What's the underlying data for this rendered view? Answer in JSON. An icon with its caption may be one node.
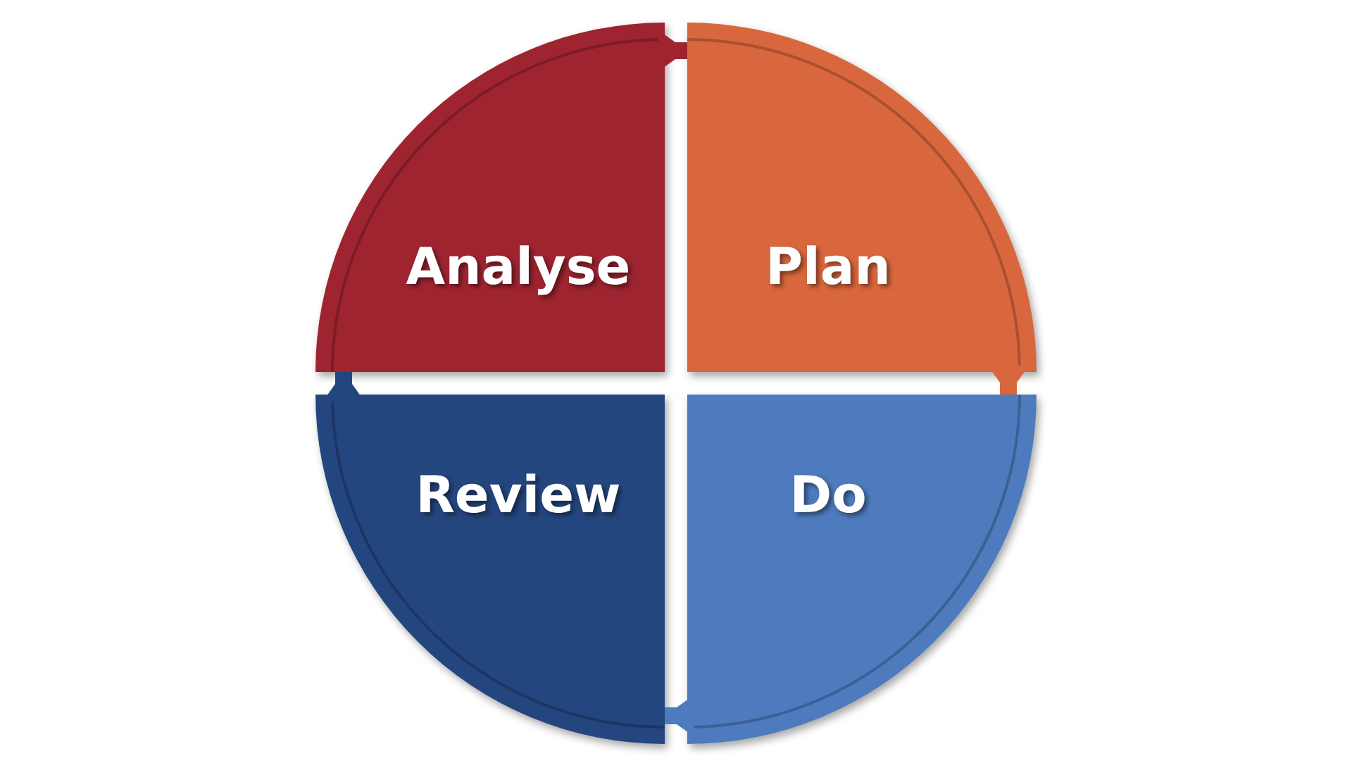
{
  "diagram": {
    "nodes": [
      {
        "text": [
          "Analyse"
        ]
      },
      {
        "text": [
          "Plan"
        ]
      },
      {
        "text": [
          "Do"
        ]
      },
      {
        "text": [
          "Review"
        ]
      }
    ],
    "edges": [
      {
        "from": 0,
        "to": 1,
        "arrow": "to",
        "color": "#9e2430"
      },
      {
        "from": 1,
        "to": 2,
        "arrow": "to",
        "color": "#d9673d"
      },
      {
        "from": 2,
        "to": 3,
        "arrow": "to",
        "color": "#4d7bbd"
      },
      {
        "from": 3,
        "to": 0,
        "arrow": "to",
        "color": "#24467f"
      }
    ]
  }
}
